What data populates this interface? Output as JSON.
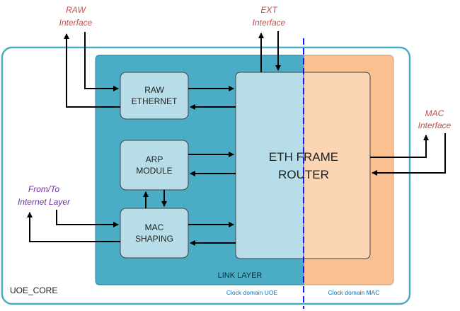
{
  "external_interfaces": {
    "raw": {
      "line1": "RAW",
      "line2": "Interface"
    },
    "ext": {
      "line1": "EXT",
      "line2": "Interface"
    },
    "mac": {
      "line1": "MAC",
      "line2": "Interface"
    },
    "internet": {
      "line1": "From/To",
      "line2": "Internet Layer"
    }
  },
  "blocks": {
    "raw_ethernet": {
      "line1": "RAW",
      "line2": "ETHERNET"
    },
    "arp_module": {
      "line1": "ARP",
      "line2": "MODULE"
    },
    "mac_shaping": {
      "line1": "MAC",
      "line2": "SHAPING"
    },
    "eth_frame_router": {
      "line1": "ETH FRAME",
      "line2": "ROUTER"
    }
  },
  "regions": {
    "core_label": "UOE_CORE",
    "link_layer_label": "LINK LAYER",
    "clock_domain_uoe": "Clock domain UOE",
    "clock_domain_mac": "Clock domain MAC"
  },
  "colors": {
    "interface_text_red": "#c0504d",
    "interface_text_purple": "#7030a0",
    "core_border": "#4bacc6",
    "link_layer_fill": "#4bacc6",
    "mac_domain_fill": "#fac090",
    "block_fill": "#b7dee8",
    "router_mac_fill": "#fcd5b5",
    "clock_boundary": "#0000ff",
    "clock_domain_text": "#0070c0"
  }
}
